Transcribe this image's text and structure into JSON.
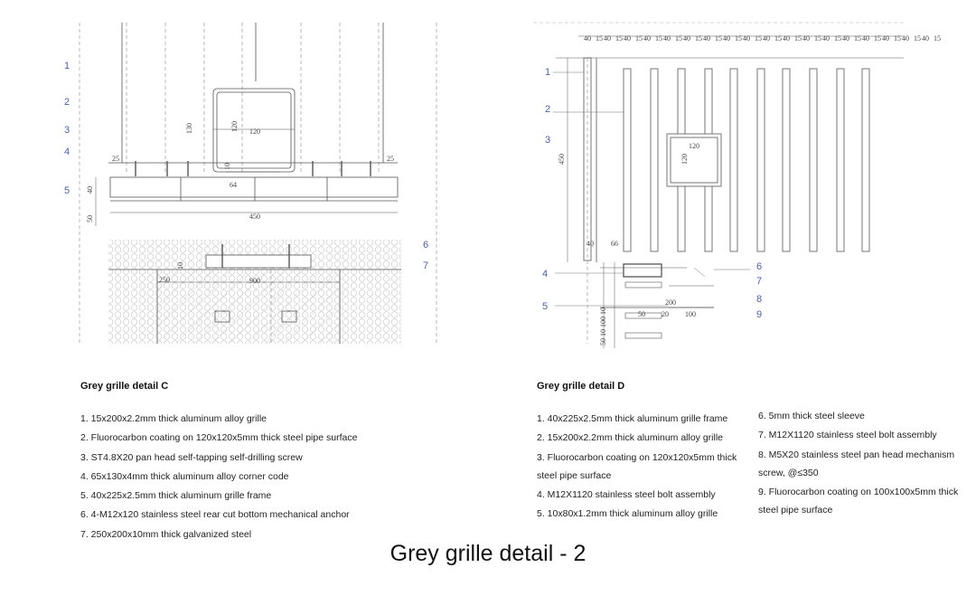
{
  "left_detail": {
    "callouts": [
      "1",
      "2",
      "3",
      "4",
      "5",
      "6",
      "7"
    ],
    "dimensions": {
      "tube_w": "120",
      "tube_h": "120",
      "side_130": "130",
      "bottom_10": "10",
      "web_64": "64",
      "left_25": "25",
      "right_25": "25",
      "h_40": "40",
      "h_50": "50",
      "total_450": "450",
      "anchor_10": "10",
      "span_250": "250",
      "span_900": "900"
    },
    "heading": "Grey grille detail  C",
    "legend": [
      "1. 15x200x2.2mm thick aluminum alloy grille",
      "2.  Fluorocarbon coating on 120x120x5mm thick steel pipe surface",
      "3.  ST4.8X20 pan head self-tapping self-drilling screw",
      "4.  65x130x4mm thick aluminum alloy corner code",
      "5.  40x225x2.5mm thick aluminum grille frame",
      "6.  4-M12x120 stainless steel rear cut bottom mechanical anchor",
      "7.  250x200x10mm thick galvanized steel"
    ]
  },
  "right_detail": {
    "callouts_left": [
      "1",
      "2",
      "3",
      "4",
      "5"
    ],
    "callouts_right": [
      "6",
      "7",
      "8",
      "9"
    ],
    "top_spacing": [
      "40",
      "15",
      "40",
      "15",
      "40",
      "15",
      "40",
      "15",
      "40",
      "15",
      "40",
      "15",
      "40",
      "15",
      "40",
      "15",
      "40",
      "15",
      "40",
      "15",
      "40",
      "15",
      "40",
      "15",
      "40",
      "15",
      "40",
      "15",
      "40",
      "15",
      "40",
      "15",
      "40",
      "15",
      "40",
      "15"
    ],
    "dimensions": {
      "tube_w": "120",
      "tube_h": "120",
      "height_450": "450",
      "base_40": "40",
      "base_66": "66",
      "d_200": "200",
      "d_50": "50",
      "d_20": "20",
      "d_100": "100",
      "stack": "50 10 100 10"
    },
    "heading": "Grey grille detail  D",
    "legend_col1": [
      "1.  40x225x2.5mm thick aluminum grille frame",
      "2.  15x200x2.2mm thick aluminum alloy grille",
      "3.  Fluorocarbon coating on 120x120x5mm thick steel pipe surface",
      "4. M12X1120 stainless steel bolt assembly",
      "5.  10x80x1.2mm thick aluminum alloy grille"
    ],
    "legend_col2": [
      "6.  5mm thick steel sleeve",
      "7.  M12X1120 stainless steel bolt assembly",
      "8.  M5X20 stainless steel pan head mechanism screw, @≤350",
      "9. Fluorocarbon coating on 100x100x5mm thick steel pipe surface"
    ]
  },
  "caption": "Grey grille detail - 2",
  "colors": {
    "callout": "#4a5fb0",
    "line": "#555555",
    "hatch": "#bbbbbb"
  }
}
